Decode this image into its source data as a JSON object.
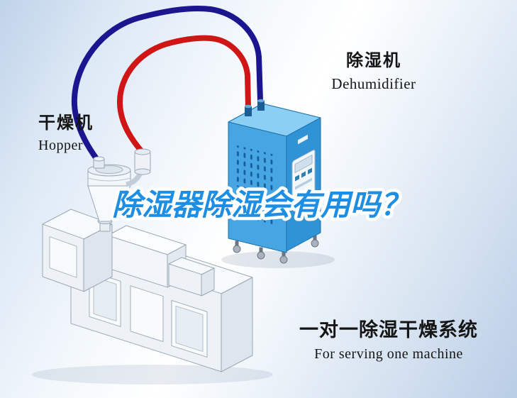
{
  "scene": {
    "headline": "除湿器除湿会有用吗？",
    "hopper_label": {
      "cn": "干燥机",
      "en": "Hopper"
    },
    "dehumidifier_label": {
      "cn": "除湿机",
      "en": "Dehumidifier"
    },
    "footer": {
      "cn": "一对一除湿干燥系统",
      "en": "For serving one machine"
    }
  },
  "colors": {
    "pipe_blue": "#1b1590",
    "pipe_red": "#cf1515",
    "dehumidifier_front": "#47a6e2",
    "dehumidifier_top": "#8bd0f4",
    "dehumidifier_side": "#2f93d5",
    "vent_slit": "#135d9e",
    "headline_fill": "#1e8ee2",
    "headline_outline": "#ffffff",
    "machine_body": "#eef2f7",
    "label_text": "#151515"
  }
}
